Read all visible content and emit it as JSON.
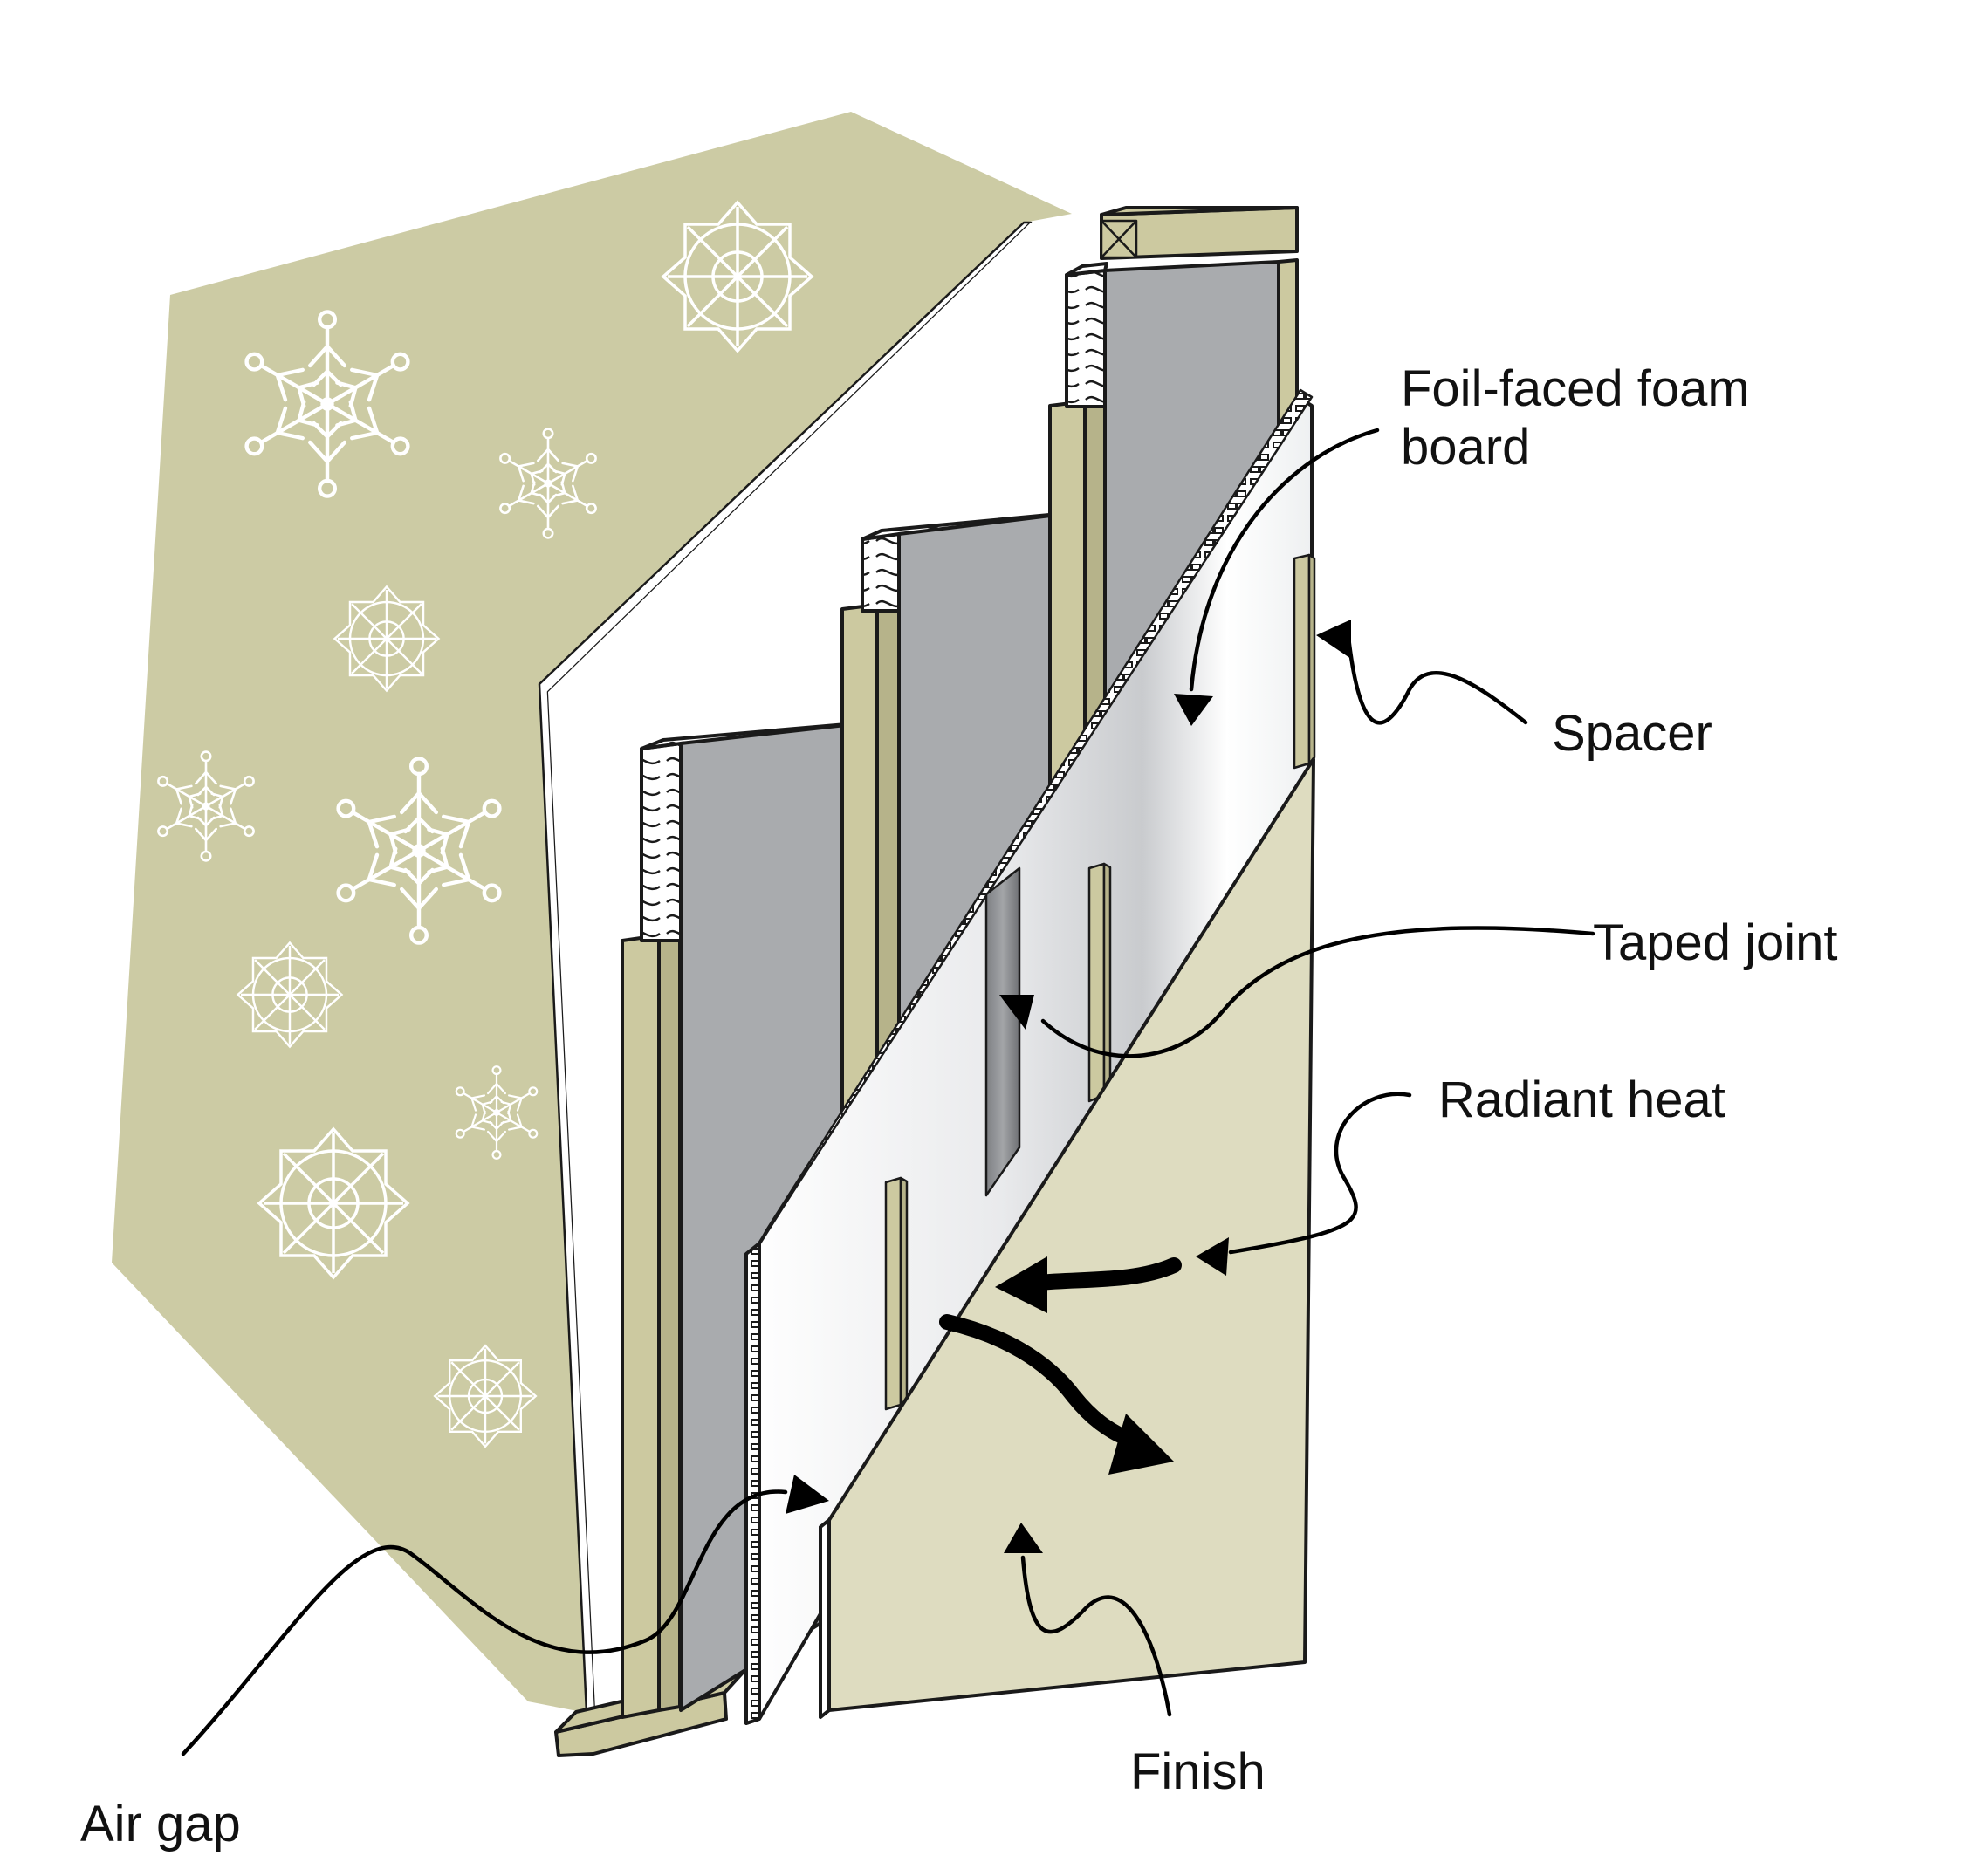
{
  "labels": {
    "foil_line1": "Foil-faced foam",
    "foil_line2": "board",
    "spacer": "Spacer",
    "taped_joint": "Taped joint",
    "radiant_heat": "Radiant heat",
    "finish": "Finish",
    "air_gap": "Air gap"
  },
  "colors": {
    "exterior_sheathing": "#cccba4",
    "stud_wood": "#ccc9a0",
    "foam_gray": "#a9abae",
    "foil_white": "#f2f3f4",
    "finish_panel": "#dedcc0",
    "outline": "#1a1a1a"
  },
  "icons": [
    "snowflake-icon",
    "radiant-heat-arrow-icon",
    "batt-insulation-pattern"
  ]
}
